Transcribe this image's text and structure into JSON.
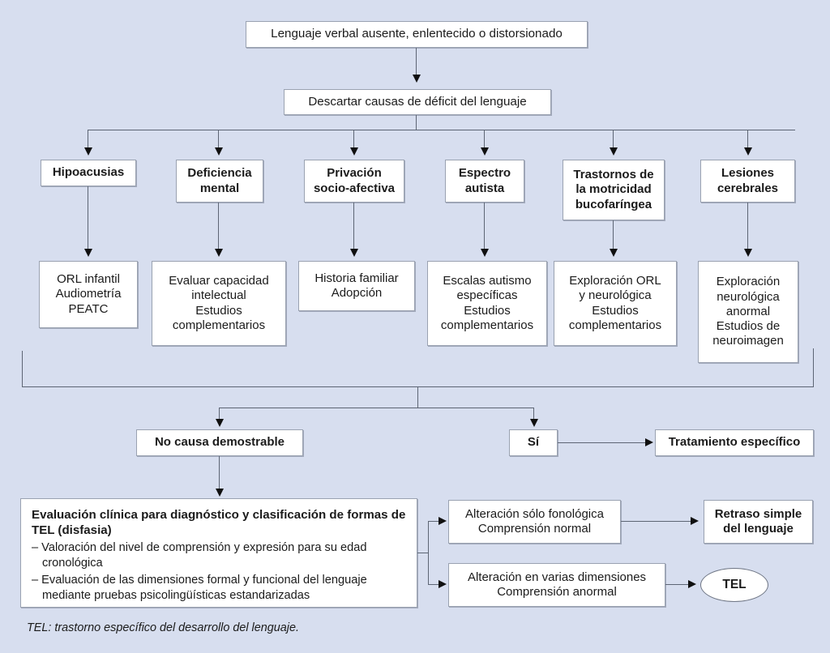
{
  "figure": {
    "background_color": "#d7deef",
    "box_fill": "#ffffff",
    "line_color": "#5d6574",
    "footnote": "TEL: trastorno específico del desarrollo del lenguaje."
  },
  "start": {
    "label": "Lenguaje verbal ausente, enlentecido o distorsionado"
  },
  "step2": {
    "label": "Descartar causas de déficit del lenguaje"
  },
  "causes": [
    {
      "id": "hipoacusias",
      "label": "Hipoacusias",
      "workup": "ORL infantil\nAudiometría\nPEATC"
    },
    {
      "id": "deficiencia",
      "label": "Deficiencia\nmental",
      "workup": "Evaluar capacidad\nintelectual\nEstudios\ncomplementarios"
    },
    {
      "id": "privacion",
      "label": "Privación\nsocio-afectiva",
      "workup": "Historia familiar\nAdopción"
    },
    {
      "id": "espectro",
      "label": "Espectro\nautista",
      "workup": "Escalas autismo\nespecíficas\nEstudios\ncomplementarios"
    },
    {
      "id": "motricidad",
      "label": "Trastornos de\nla motricidad\nbucofaríngea",
      "workup": "Exploración ORL\ny neurológica\nEstudios\ncomplementarios"
    },
    {
      "id": "lesiones",
      "label": "Lesiones\ncerebrales",
      "workup": "Exploración\nneurológica\nanormal\nEstudios de\nneuroimagen"
    }
  ],
  "decision": {
    "no_cause_label": "No causa demostrable",
    "yes_label": "Sí",
    "specific_treatment_label": "Tratamiento específico"
  },
  "evaluation": {
    "heading": "Evaluación clínica para diagnóstico y clasificación de formas de TEL (disfasia)",
    "bullets": [
      "– Valoración del nivel de comprensión y expresión para su edad cronológica",
      "– Evaluación de las dimensiones formal y funcional del lenguaje mediante pruebas psicolingüísticas estandarizadas"
    ]
  },
  "outcomes": [
    {
      "id": "fonologica",
      "finding": "Alteración sólo fonológica\nComprensión normal",
      "result": "Retraso simple\ndel lenguaje"
    },
    {
      "id": "varias-dimensiones",
      "finding": "Alteración en varias dimensiones\nComprensión anormal",
      "result": "TEL"
    }
  ]
}
